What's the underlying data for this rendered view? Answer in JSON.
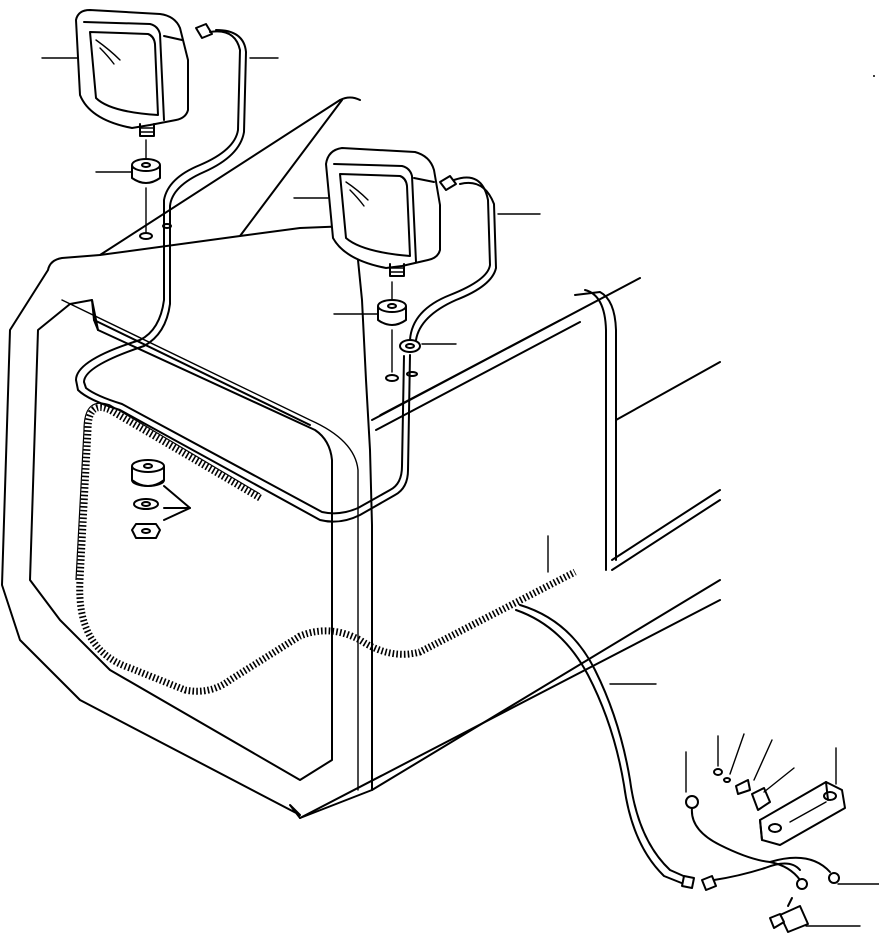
{
  "diagram": {
    "colors": {
      "ink": "#000000",
      "paper": "#ffffff"
    },
    "parts": [
      {
        "name": "work-lamp-left"
      },
      {
        "name": "work-lamp-right"
      },
      {
        "name": "lamp-harness-left"
      },
      {
        "name": "lamp-harness-right"
      },
      {
        "name": "rubber-mount"
      },
      {
        "name": "lock-washer"
      },
      {
        "name": "nut"
      },
      {
        "name": "grommet"
      },
      {
        "name": "convoluted-tube"
      },
      {
        "name": "main-harness"
      },
      {
        "name": "switch-bracket"
      },
      {
        "name": "toggle-switch"
      },
      {
        "name": "ground-wire"
      }
    ]
  }
}
